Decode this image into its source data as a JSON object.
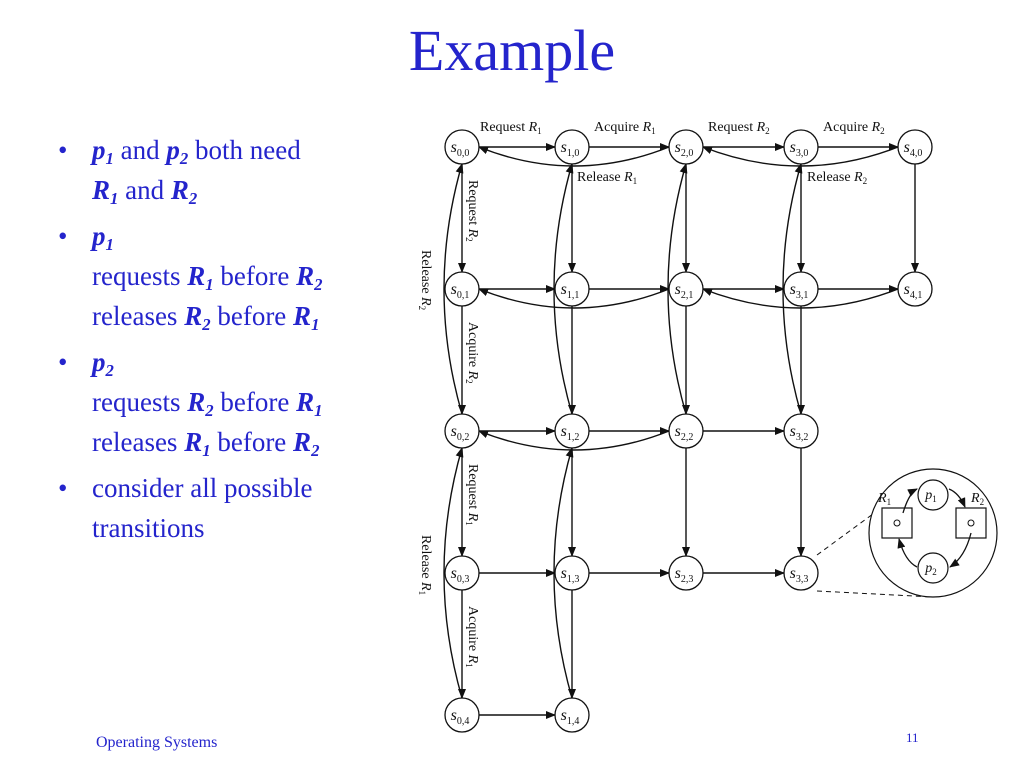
{
  "title": "Example",
  "bullets": [
    {
      "parts": [
        {
          "t": "p",
          "sub": "1",
          "bold": true
        },
        {
          "t": " and "
        },
        {
          "t": "p",
          "sub": "2",
          "bold": true
        },
        {
          "t": " both need"
        },
        {
          "br": true
        },
        {
          "t": "R",
          "sub": "1",
          "bold": true
        },
        {
          "t": " and "
        },
        {
          "t": "R",
          "sub": "2",
          "bold": true
        }
      ]
    },
    {
      "parts": [
        {
          "t": "p",
          "sub": "1",
          "bold": true
        },
        {
          "br": true
        },
        {
          "t": "requests "
        },
        {
          "t": "R",
          "sub": "1",
          "bold": true
        },
        {
          "t": " before "
        },
        {
          "t": "R",
          "sub": "2",
          "bold": true
        },
        {
          "br": true
        },
        {
          "t": "releases "
        },
        {
          "t": "R",
          "sub": "2",
          "bold": true
        },
        {
          "t": " before "
        },
        {
          "t": "R",
          "sub": "1",
          "bold": true
        }
      ]
    },
    {
      "parts": [
        {
          "t": "p",
          "sub": "2",
          "bold": true
        },
        {
          "br": true
        },
        {
          "t": "requests "
        },
        {
          "t": "R",
          "sub": "2",
          "bold": true
        },
        {
          "t": " before "
        },
        {
          "t": "R",
          "sub": "1",
          "bold": true
        },
        {
          "br": true
        },
        {
          "t": "releases "
        },
        {
          "t": "R",
          "sub": "1",
          "bold": true
        },
        {
          "t": " before "
        },
        {
          "t": "R",
          "sub": "2",
          "bold": true
        }
      ]
    },
    {
      "parts": [
        {
          "t": "consider all possible"
        },
        {
          "br": true
        },
        {
          "t": "transitions"
        }
      ]
    }
  ],
  "footer": "Operating Systems",
  "page_number": "11",
  "diagram": {
    "states": [
      {
        "id": "s00",
        "label": "s",
        "sub": "0,0"
      },
      {
        "id": "s10",
        "label": "s",
        "sub": "1,0"
      },
      {
        "id": "s20",
        "label": "s",
        "sub": "2,0"
      },
      {
        "id": "s30",
        "label": "s",
        "sub": "3,0"
      },
      {
        "id": "s40",
        "label": "s",
        "sub": "4,0"
      },
      {
        "id": "s01",
        "label": "s",
        "sub": "0,1"
      },
      {
        "id": "s11",
        "label": "s",
        "sub": "1,1"
      },
      {
        "id": "s21",
        "label": "s",
        "sub": "2,1"
      },
      {
        "id": "s31",
        "label": "s",
        "sub": "3,1"
      },
      {
        "id": "s41",
        "label": "s",
        "sub": "4,1"
      },
      {
        "id": "s02",
        "label": "s",
        "sub": "0,2"
      },
      {
        "id": "s12",
        "label": "s",
        "sub": "1,2"
      },
      {
        "id": "s22",
        "label": "s",
        "sub": "2,2"
      },
      {
        "id": "s32",
        "label": "s",
        "sub": "3,2"
      },
      {
        "id": "s03",
        "label": "s",
        "sub": "0,3"
      },
      {
        "id": "s13",
        "label": "s",
        "sub": "1,3"
      },
      {
        "id": "s23",
        "label": "s",
        "sub": "2,3"
      },
      {
        "id": "s33",
        "label": "s",
        "sub": "3,3"
      },
      {
        "id": "s04",
        "label": "s",
        "sub": "0,4"
      },
      {
        "id": "s14",
        "label": "s",
        "sub": "1,4"
      }
    ],
    "top_labels": [
      {
        "id": "req-r1",
        "text": "Request ",
        "var": "R",
        "sub": "1"
      },
      {
        "id": "acq-r1",
        "text": "Acquire ",
        "var": "R",
        "sub": "1"
      },
      {
        "id": "req-r2",
        "text": "Request ",
        "var": "R",
        "sub": "2"
      },
      {
        "id": "acq-r2",
        "text": "Acquire ",
        "var": "R",
        "sub": "2"
      },
      {
        "id": "rel-r1",
        "text": "Release ",
        "var": "R",
        "sub": "1"
      },
      {
        "id": "rel-r2",
        "text": "Release ",
        "var": "R",
        "sub": "2"
      }
    ],
    "side_labels": [
      {
        "id": "v-req-r2",
        "text": "Request ",
        "var": "R",
        "sub": "2"
      },
      {
        "id": "v-acq-r2",
        "text": "Acquire ",
        "var": "R",
        "sub": "2"
      },
      {
        "id": "v-req-r1",
        "text": "Request ",
        "var": "R",
        "sub": "1"
      },
      {
        "id": "v-acq-r1",
        "text": "Acquire ",
        "var": "R",
        "sub": "1"
      },
      {
        "id": "v-rel-r2",
        "text": "Release ",
        "var": "R",
        "sub": "2"
      },
      {
        "id": "v-rel-r1",
        "text": "Release ",
        "var": "R",
        "sub": "1"
      }
    ],
    "inset": {
      "p1": {
        "label": "p",
        "sub": "1"
      },
      "p2": {
        "label": "p",
        "sub": "2"
      },
      "r1": {
        "label": "R",
        "sub": "1"
      },
      "r2": {
        "label": "R",
        "sub": "2"
      }
    }
  }
}
